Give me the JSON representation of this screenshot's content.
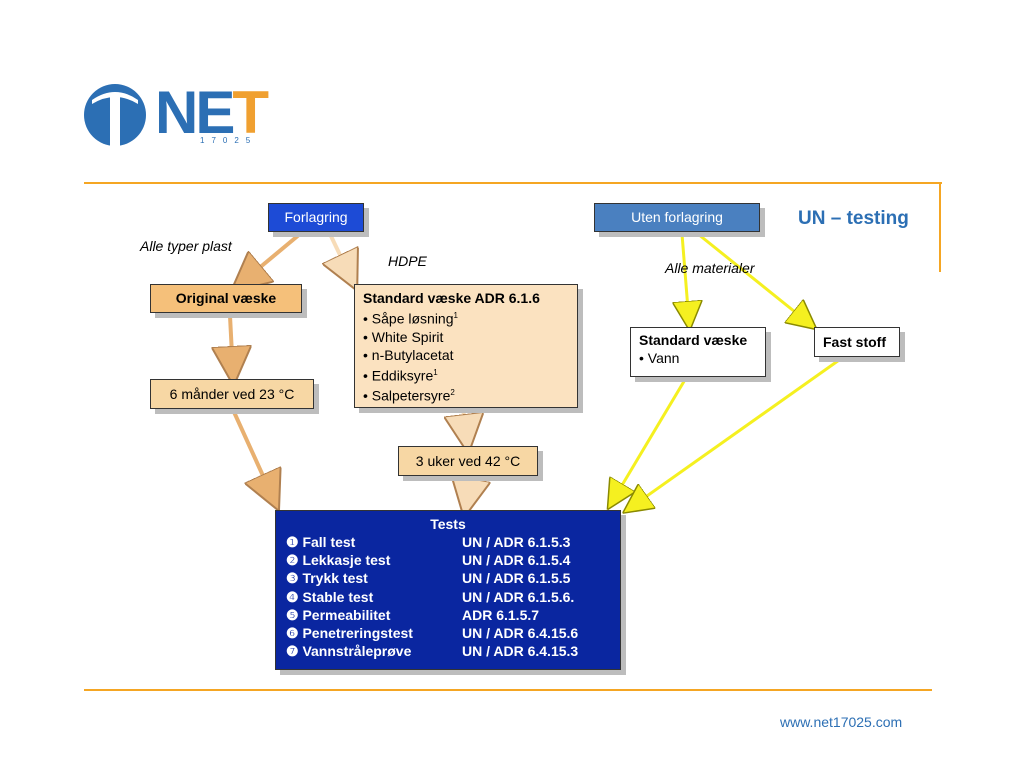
{
  "logo": {
    "word_blue": "NE",
    "word_orange": "T",
    "number": "17025"
  },
  "title": "UN – testing",
  "footer_url": "www.net17025.com",
  "nodes": {
    "forlagring": "Forlagring",
    "uten_forlagring": "Uten forlagring",
    "original_vaske": "Original væske",
    "seks_mander": "6 månder ved 23 °C",
    "tre_uker": "3 uker ved 42 °C",
    "fast_stoff": "Fast stoff",
    "standard_vaske_adr": {
      "title": "Standard væske ADR 6.1.6",
      "items": [
        "• Såpe løsning",
        "• White Spirit",
        "• n-Butylacetat",
        "• Eddiksyre",
        "• Salpetersyre"
      ],
      "sups": [
        "1",
        "",
        "",
        "1",
        "2"
      ]
    },
    "standard_vaske": {
      "title": "Standard væske",
      "item": "• Vann"
    }
  },
  "labels": {
    "alle_typer_plast": "Alle typer plast",
    "hdpe": "HDPE",
    "alle_materialer": "Alle materialer"
  },
  "tests": {
    "title": "Tests",
    "rows": [
      {
        "name": "❶ Fall test",
        "ref": "UN / ADR 6.1.5.3"
      },
      {
        "name": "❷ Lekkasje test",
        "ref": "UN / ADR 6.1.5.4"
      },
      {
        "name": "❸ Trykk test",
        "ref": "UN / ADR 6.1.5.5"
      },
      {
        "name": "❹ Stable test",
        "ref": "UN / ADR 6.1.5.6."
      },
      {
        "name": "❺ Permeabilitet",
        "ref": "ADR 6.1.5.7"
      },
      {
        "name": "❻ Penetreringstest",
        "ref": "UN / ADR 6.4.15.6"
      },
      {
        "name": "❼ Vannstråleprøve",
        "ref": "UN / ADR 6.4.15.3"
      }
    ]
  },
  "colors": {
    "accent_orange": "#f5a623",
    "brand_blue": "#2c6fb4",
    "tests_blue": "#0a26a0",
    "arrow_yellow": "#f5f020",
    "arrow_orange": "#e8b070"
  }
}
